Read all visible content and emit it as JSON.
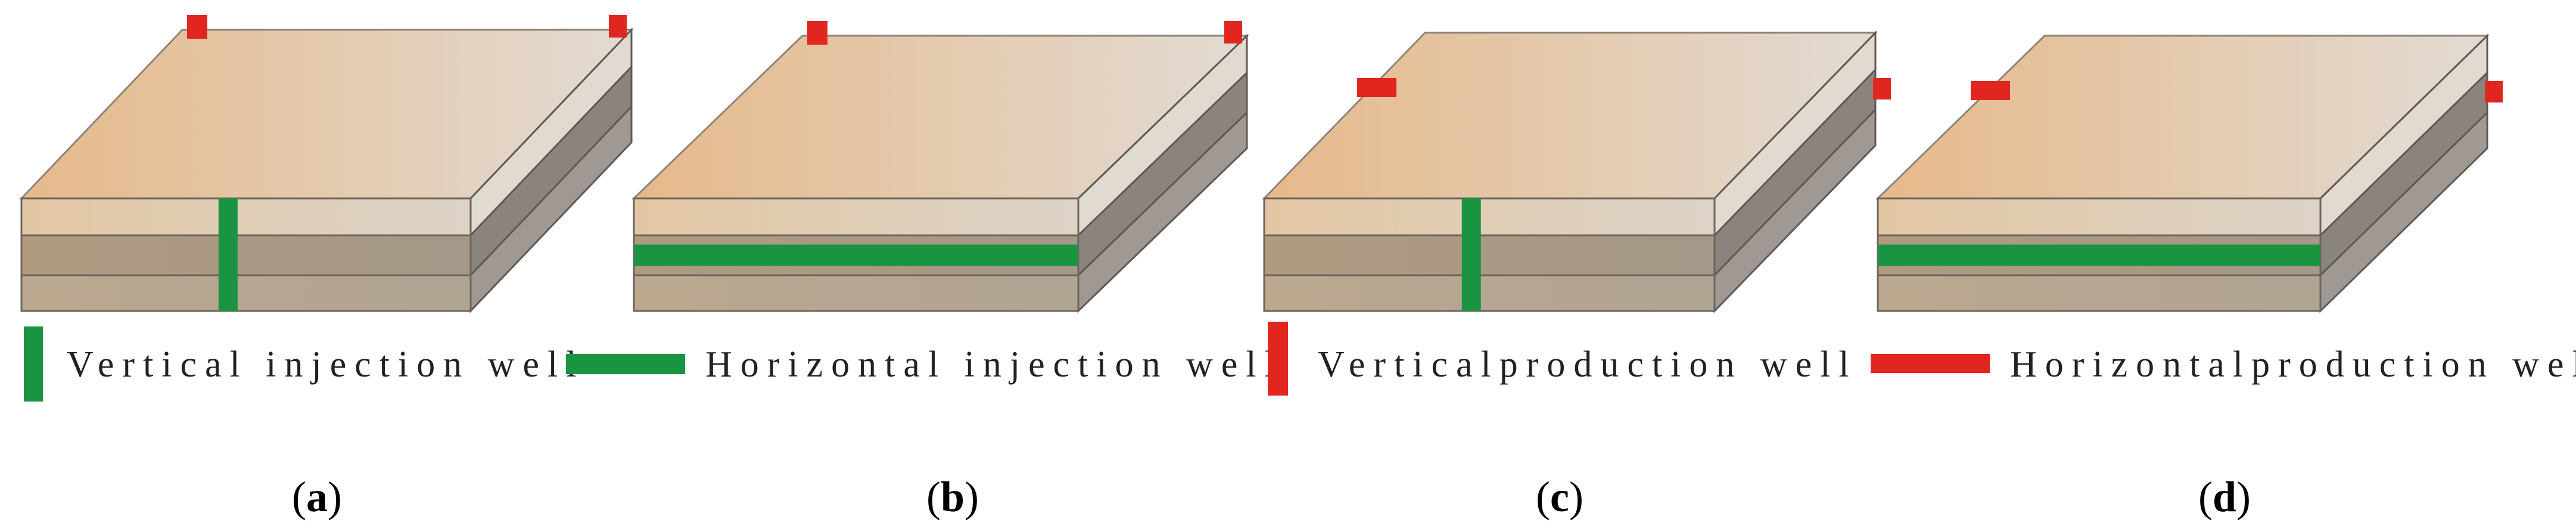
{
  "colors": {
    "top_left": "#e6b98a",
    "top_right": "#e2dbd3",
    "front_top": "#dcc9ae",
    "front_mid": "#a89682",
    "front_bot": "#b2a18b",
    "side_top": "#e1dad1",
    "side_mid": "#8b847e",
    "side_bot": "#a09993",
    "injection": "#1b9442",
    "production": "#e0261f"
  },
  "panels": [
    {
      "id": "a",
      "label": "a",
      "well_type": "vertical-injection",
      "producers": "vertical"
    },
    {
      "id": "b",
      "label": "b",
      "well_type": "horizontal-injection",
      "producers": "vertical"
    },
    {
      "id": "c",
      "label": "c",
      "well_type": "vertical-injection",
      "producers": "horizontal"
    },
    {
      "id": "d",
      "label": "d",
      "well_type": "horizontal-injection",
      "producers": "horizontal"
    }
  ],
  "legend": {
    "vertical_injection": "Vertical injection well",
    "horizontal_injection": "Horizontal injection well",
    "vertical_production": "Verticalproduction well",
    "horizontal_production": "Horizontalproduction well"
  }
}
